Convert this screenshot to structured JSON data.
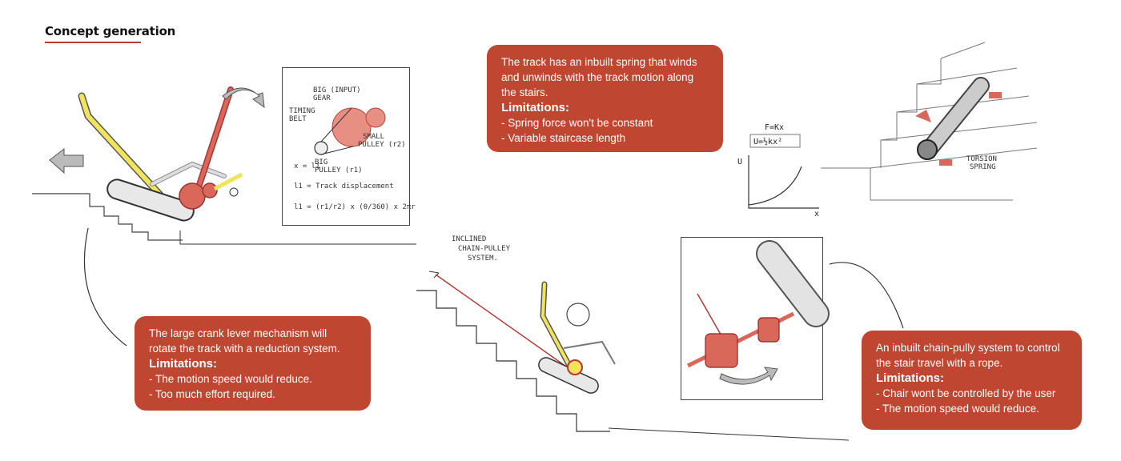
{
  "header": {
    "title": "Concept generation"
  },
  "callouts": {
    "spring": {
      "lines": [
        "The track has an inbuilt spring that winds",
        "and unwinds with the track motion along",
        "the stairs."
      ],
      "limitations_label": "Limitations:",
      "items": [
        "- Spring force won't be constant",
        "- Variable staircase length"
      ]
    },
    "crank": {
      "lines": [
        "The large crank lever mechanism will",
        "rotate the track with a reduction system."
      ],
      "limitations_label": "Limitations:",
      "items": [
        "- The motion speed would reduce.",
        "- Too much effort required."
      ]
    },
    "pulley": {
      "lines": [
        "An inbuilt chain-pully system to control",
        "the stair travel with a rope."
      ],
      "limitations_label": "Limitations:",
      "items": [
        "- Chair wont be controlled by the user",
        "- The motion speed would reduce."
      ]
    }
  },
  "sketch_notes": {
    "gear_diagram": {
      "big_gear": "BIG (INPUT)",
      "gear_word": "GEAR",
      "timing_belt": "TIMING",
      "belt_word": "BELT",
      "small_pulley": "SMALL",
      "small_pulley2": "PULLEY (r2)",
      "big_pulley": "BIG",
      "big_pulley2": "PULLEY (r1)",
      "x_eq": "x = l1",
      "track_disp": "l1 = Track displacement",
      "formula": "l1 = (r1/r2) x (θ/360) x 2πr"
    },
    "spring_formula": {
      "f": "F=Kx",
      "u": "U=½kx²",
      "u_axis": "U",
      "x_axis": "x"
    },
    "torsion": {
      "line1": "TORSION",
      "line2": "SPRING"
    },
    "inclined": {
      "line1": "INCLINED",
      "line2": "CHAIN-PULLEY",
      "line3": "SYSTEM."
    }
  },
  "colors": {
    "callout_bg": "#bf4630",
    "accent_red": "#c0392b",
    "sketch_yellow": "#f2e35c",
    "sketch_red": "#d9685a"
  }
}
